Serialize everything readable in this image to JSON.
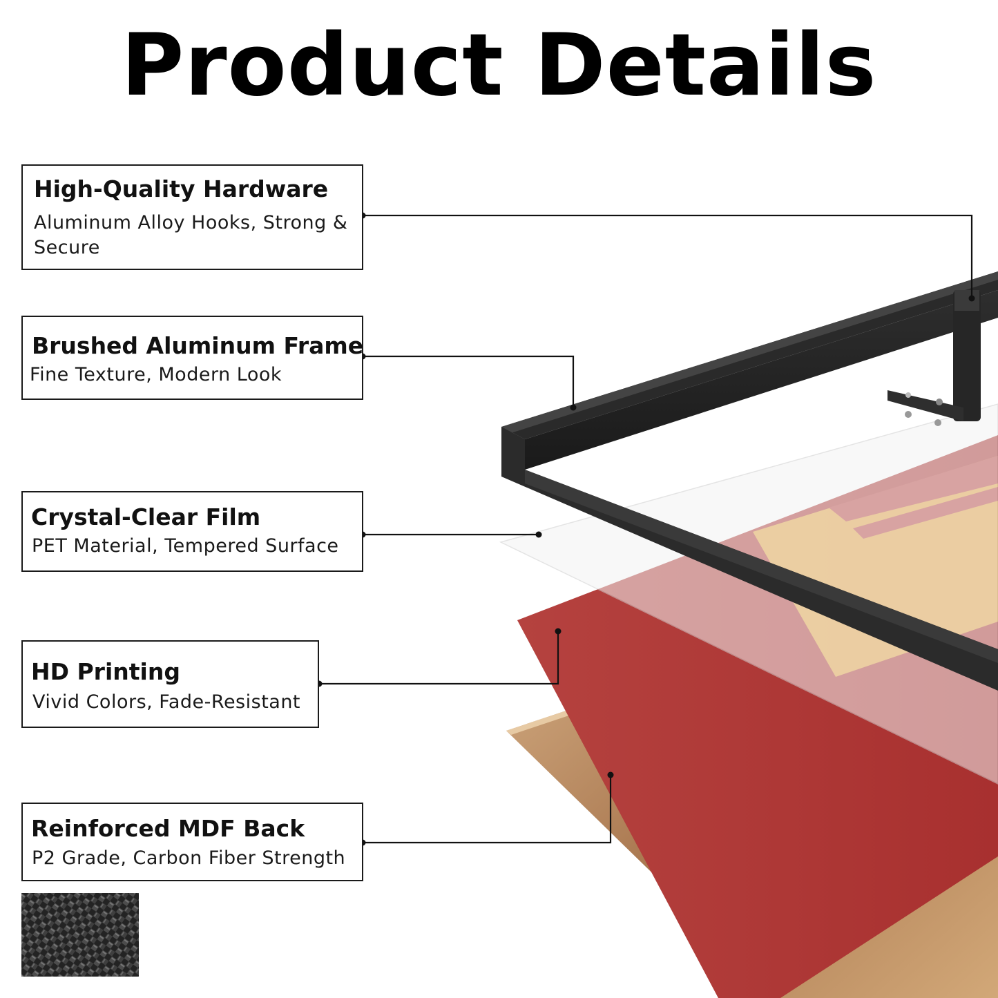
{
  "title": "Product Details",
  "features": [
    {
      "heading": "High-Quality Hardware",
      "description": "Aluminum Alloy Hooks, Strong & Secure"
    },
    {
      "heading": "Brushed Aluminum Frame",
      "description": "Fine Texture, Modern Look"
    },
    {
      "heading": "Crystal-Clear Film",
      "description": "PET Material, Tempered Surface"
    },
    {
      "heading": "HD Printing",
      "description": "Vivid Colors, Fade-Resistant"
    },
    {
      "heading": "Reinforced MDF Back",
      "description": "P2 Grade, Carbon Fiber Strength"
    }
  ],
  "colors": {
    "frame": "#1f1f1f",
    "print_red": "#b03a3a",
    "print_yellow": "#e8a73c",
    "mdf": "#c9a276",
    "film": "#f1f1f1"
  },
  "icons": [
    "hook-icon",
    "carbon-fiber-swatch"
  ]
}
